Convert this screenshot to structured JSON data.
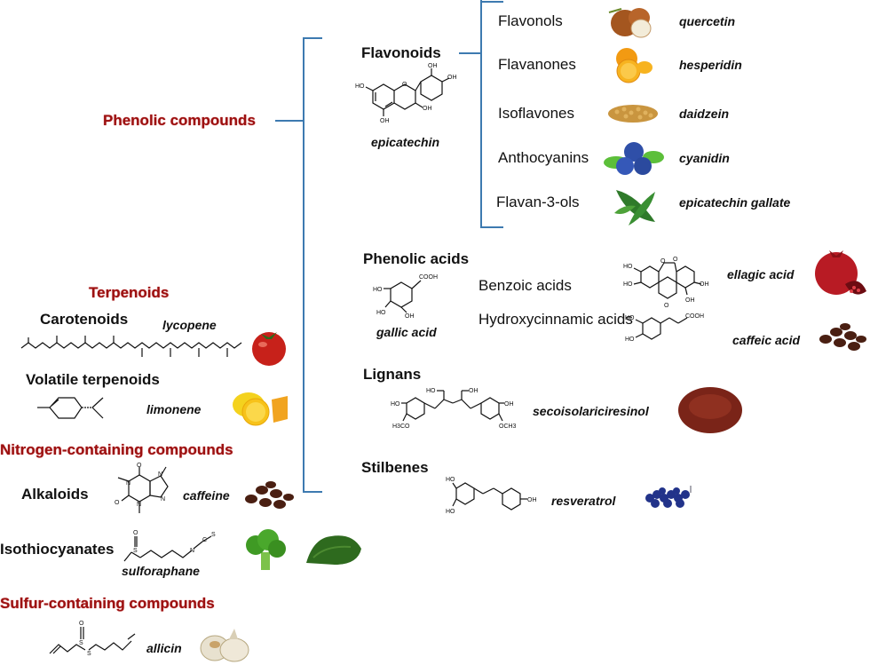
{
  "categories": {
    "phenolic": "Phenolic compounds",
    "terpenoids": "Terpenoids",
    "nitrogen": "Nitrogen-containing compounds",
    "sulfur": "Sulfur-containing compounds"
  },
  "phenolic": {
    "flavonoids": {
      "label": "Flavonoids",
      "example": "epicatechin",
      "subclasses": [
        {
          "label": "Flavonols",
          "food": "onion-icon",
          "compound": "quercetin"
        },
        {
          "label": "Flavanones",
          "food": "orange-icon",
          "compound": "hesperidin"
        },
        {
          "label": "Isoflavones",
          "food": "soybeans-icon",
          "compound": "daidzein"
        },
        {
          "label": "Anthocyanins",
          "food": "blueberries-icon",
          "compound": "cyanidin"
        },
        {
          "label": "Flavan-3-ols",
          "food": "tea-leaves-icon",
          "compound": "epicatechin gallate"
        }
      ]
    },
    "phenolic_acids": {
      "label": "Phenolic acids",
      "example": "gallic acid",
      "benzoic": {
        "label": "Benzoic acids",
        "compound": "ellagic acid",
        "food": "pomegranate-icon"
      },
      "hydroxycinnamic": {
        "label": "Hydroxycinnamic acids",
        "compound": "caffeic acid",
        "food": "coffee-beans-icon"
      }
    },
    "lignans": {
      "label": "Lignans",
      "compound": "secoisolariciresinol",
      "food": "flaxseed-icon"
    },
    "stilbenes": {
      "label": "Stilbenes",
      "compound": "resveratrol",
      "food": "grapes-icon"
    }
  },
  "terpenoids": {
    "carotenoids": {
      "label": "Carotenoids",
      "compound": "lycopene",
      "food": "tomato-icon"
    },
    "volatile": {
      "label": "Volatile terpenoids",
      "compound": "limonene",
      "food": "lemon-icon"
    }
  },
  "nitrogen": {
    "alkaloids": {
      "label": "Alkaloids",
      "compound": "caffeine",
      "food": "coffee-beans-icon"
    },
    "isothiocyanates": {
      "label": "Isothiocyanates",
      "compound": "sulforaphane",
      "foods": [
        "broccoli-icon",
        "kale-icon"
      ]
    }
  },
  "sulfur": {
    "compound": "allicin",
    "food": "garlic-icon"
  },
  "molecule_labels": {
    "oh": "OH",
    "ho": "HO",
    "cooh": "COOH",
    "o": "O",
    "h3co": "H3CO",
    "och3": "OCH3",
    "n": "N",
    "s": "S",
    "c": "C"
  },
  "colors": {
    "category": "#9b1111",
    "bracket": "#3d7ab0"
  }
}
